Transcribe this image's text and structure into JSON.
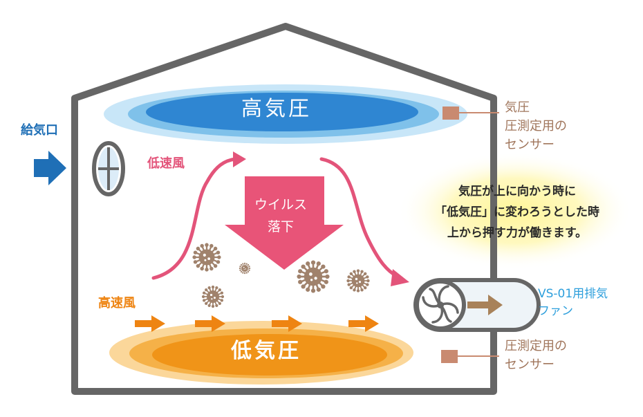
{
  "labels": {
    "inlet": "給気口",
    "low_speed_wind": "低速風",
    "high_speed_wind": "高速風",
    "high_pressure": "高気圧",
    "low_pressure": "低気圧",
    "virus_fall": [
      "ウイルス",
      "落下"
    ],
    "sensor_top": [
      "気圧",
      "圧測定用の",
      "センサー"
    ],
    "sensor_bottom": [
      "圧測定用の",
      "センサー"
    ],
    "exhaust_fan": [
      "VS-01用排気",
      "ファン"
    ],
    "note": [
      "気圧が上に向かう時に",
      "「低気圧」に変わろうとした時",
      "上から押す力が働きます。"
    ]
  },
  "colors": {
    "house_outline": "#666666",
    "high_pressure": "#2f86d2",
    "low_pressure": "#f09418",
    "low_speed_wind": "#e3547a",
    "high_speed_wind": "#ee8412",
    "virus_arrow": "#e85478",
    "virus": "#a0826c",
    "sensor": "#c98a70",
    "inlet": "#1f6fb6",
    "fan_label": "#2d9fdc",
    "note_glow": "#fff59a"
  },
  "icons": [
    "arrow-right-icon",
    "window-icon",
    "virus-icon",
    "fan-icon",
    "sensor-icon"
  ]
}
